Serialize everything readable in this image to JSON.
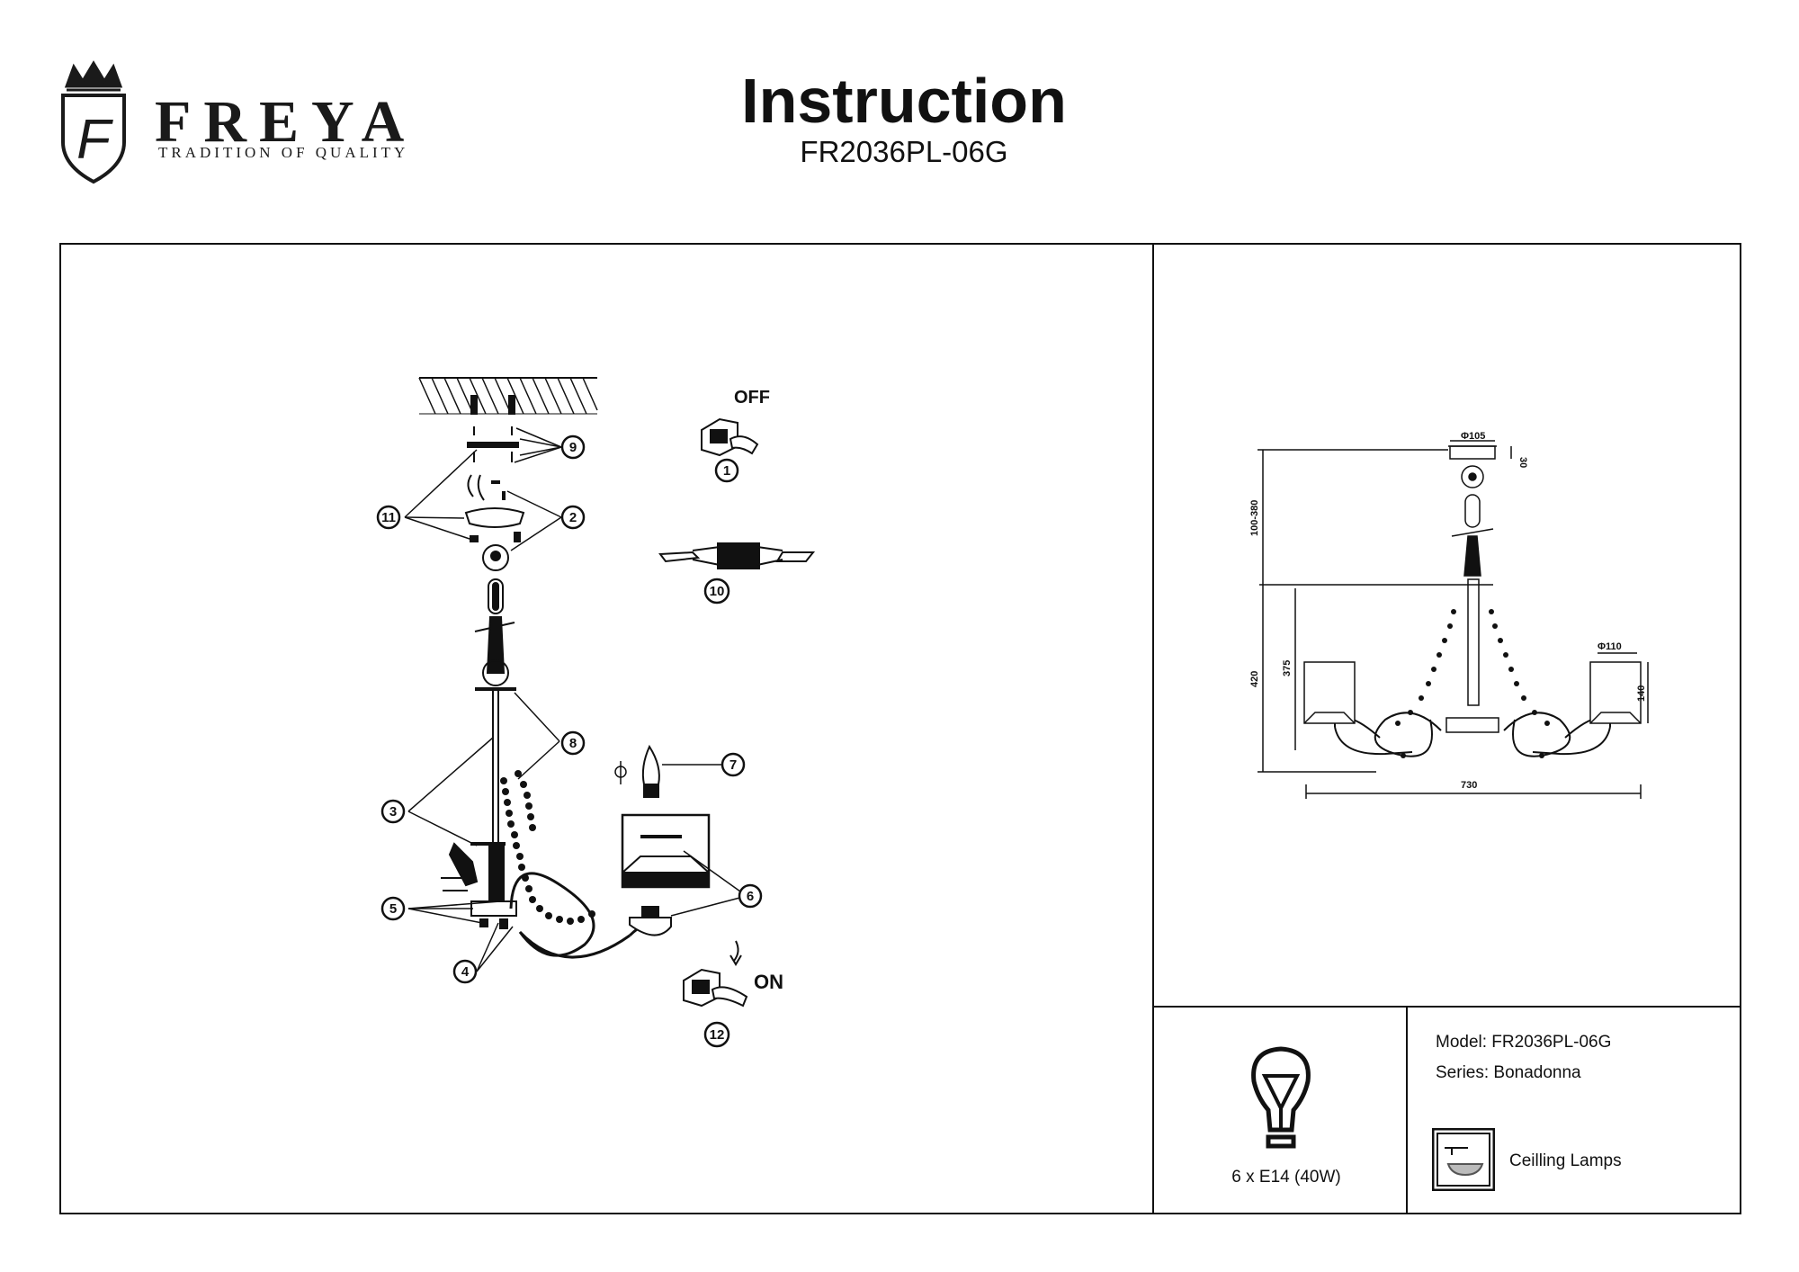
{
  "brand": {
    "name": "FREYA",
    "tagline": "TRADITION OF QUALITY",
    "monogram": "F"
  },
  "header": {
    "title": "Instruction",
    "model_code": "FR2036PL-06G"
  },
  "assembly": {
    "step_labels": [
      "1",
      "2",
      "3",
      "4",
      "5",
      "6",
      "7",
      "8",
      "9",
      "10",
      "11",
      "12"
    ],
    "off_label": "OFF",
    "on_label": "ON"
  },
  "dimensions": {
    "canopy_diameter": "Φ105",
    "canopy_height": "30",
    "chain_length": "100-380",
    "total_height": "420",
    "arm_height": "375",
    "shade_diameter": "Φ110",
    "shade_height": "140",
    "total_width": "730"
  },
  "specs": {
    "bulb": "6 x E14 (40W)",
    "model_line": "Model: FR2036PL-06G",
    "series_line": "Series: Bonadonna",
    "category": "Ceilling Lamps"
  },
  "icons": [
    "crown-icon",
    "shield-icon",
    "light-bulb-icon",
    "ceiling-lamp-icon",
    "wall-switch-icon",
    "hand-icon"
  ]
}
